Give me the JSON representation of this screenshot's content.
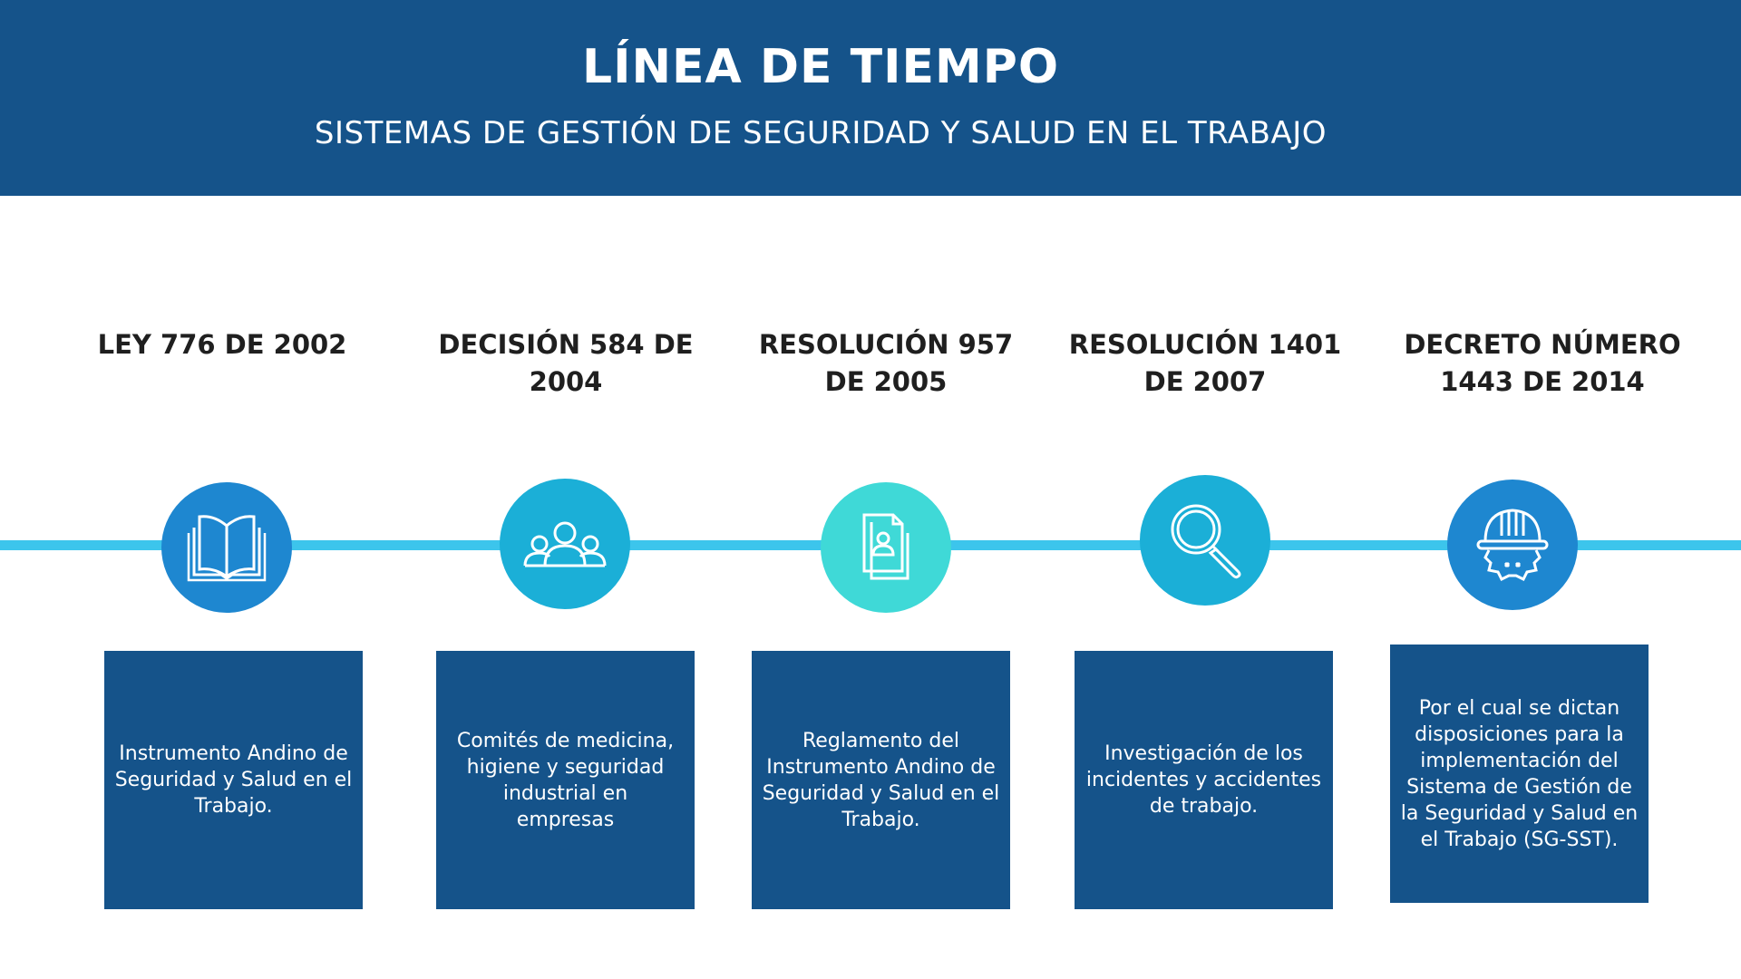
{
  "header": {
    "title": "LÍNEA DE TIEMPO",
    "subtitle": "SISTEMAS DE GESTIÓN DE SEGURIDAD Y SALUD EN EL TRABAJO"
  },
  "colors": {
    "header": "#15538a",
    "line": "#3cc5ec",
    "box": "#15538a"
  },
  "events": [
    {
      "heading": "LEY 776 DE 2002",
      "icon": "book-icon",
      "color": "#1e87d0",
      "description": "Instrumento Andino de Seguridad y Salud en el Trabajo."
    },
    {
      "heading": "DECISIÓN 584 DE 2004",
      "icon": "group-icon",
      "color": "#1bafd7",
      "description": "Comités de medicina, higiene y seguridad industrial en empresas"
    },
    {
      "heading": "RESOLUCIÓN 957 DE 2005",
      "icon": "document-user-icon",
      "color": "#3fd9d7",
      "description": "Reglamento del Instrumento Andino de Seguridad y Salud en el Trabajo."
    },
    {
      "heading": "RESOLUCIÓN 1401 DE 2007",
      "icon": "magnifier-icon",
      "color": "#1bafd7",
      "description": "Investigación de los incidentes y accidentes de trabajo."
    },
    {
      "heading": "DECRETO NÚMERO 1443 DE 2014",
      "icon": "hard-hat-gear-icon",
      "color": "#1e87d0",
      "description": "Por el cual se dictan disposiciones para la implementación del Sistema de Gestión de la Seguridad y Salud en el Trabajo (SG-SST)."
    }
  ]
}
